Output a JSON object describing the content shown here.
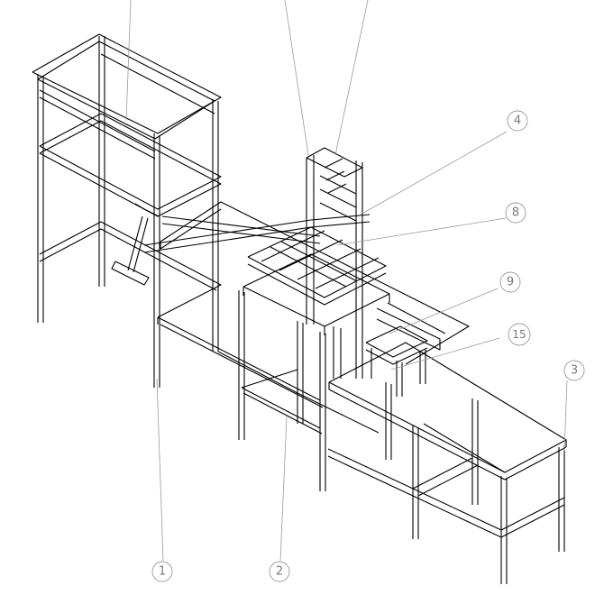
{
  "drawing": {
    "type": "isometric assembly drawing",
    "balloons": [
      {
        "id": "b1",
        "label": "1"
      },
      {
        "id": "b2",
        "label": "2"
      },
      {
        "id": "b3",
        "label": "3"
      },
      {
        "id": "b4",
        "label": "4"
      },
      {
        "id": "b8",
        "label": "8"
      },
      {
        "id": "b9",
        "label": "9"
      },
      {
        "id": "b15",
        "label": "15"
      }
    ]
  }
}
